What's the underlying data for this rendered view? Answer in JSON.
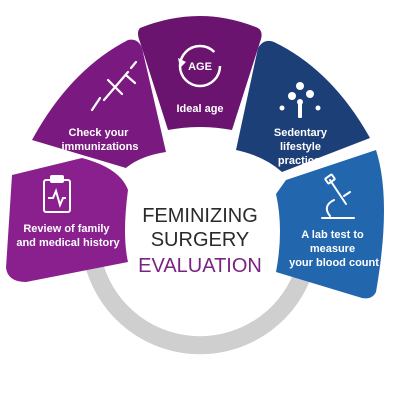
{
  "center": {
    "line1": "FEMINIZING",
    "line2": "SURGERY",
    "line3": "EVALUATION"
  },
  "segments": [
    {
      "id": "history",
      "lines": [
        "Review of family",
        "and medical history"
      ],
      "icon": "clipboard-icon"
    },
    {
      "id": "immunizations",
      "lines": [
        "Check your",
        "immunizations"
      ],
      "icon": "syringe-icon"
    },
    {
      "id": "age",
      "badge": "AGE",
      "lines": [
        "Ideal age"
      ],
      "icon": "refresh-icon"
    },
    {
      "id": "lifestyle",
      "lines": [
        "Sedentary",
        "lifestyle",
        "practices"
      ],
      "icon": "tree-people-icon"
    },
    {
      "id": "lab",
      "lines": [
        "A lab test to",
        "measure",
        "your blood count"
      ],
      "icon": "microscope-icon"
    }
  ],
  "colors": {
    "purple_dark": "#6a1470",
    "purple": "#8a1f8e",
    "purple_mid": "#9a2a92",
    "navy": "#1d3f78",
    "blue": "#2266ad",
    "gray_arc": "#cfcfcf",
    "center_dark": "#2a2a2a",
    "center_accent": "#7b2383"
  }
}
